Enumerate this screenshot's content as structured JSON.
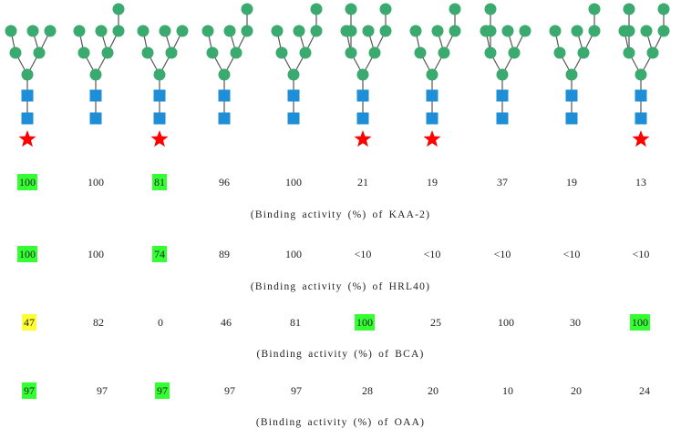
{
  "structures": [
    {
      "branches": [
        2,
        2
      ],
      "marked": true
    },
    {
      "branches": [
        2,
        3
      ],
      "marked": false
    },
    {
      "branches": [
        2,
        2
      ],
      "marked": true
    },
    {
      "branches": [
        2,
        3
      ],
      "marked": false
    },
    {
      "branches": [
        2,
        3
      ],
      "marked": false
    },
    {
      "branches": [
        3,
        3
      ],
      "marked": true
    },
    {
      "branches": [
        2,
        3
      ],
      "marked": true
    },
    {
      "branches": [
        3,
        2
      ],
      "marked": false
    },
    {
      "branches": [
        2,
        3
      ],
      "marked": false
    },
    {
      "branches": [
        3,
        3
      ],
      "marked": true
    }
  ],
  "colors": {
    "mannose": "#3aaa6e",
    "glcnac": "#1e8fd6",
    "star": "#ff0000",
    "link": "#555555",
    "highlight_green": "#33ff33",
    "highlight_yellow": "#ffff33"
  },
  "rows": [
    {
      "values": [
        "100",
        "100",
        "81",
        "96",
        "100",
        "21",
        "19",
        "37",
        "19",
        "13"
      ],
      "highlights": [
        "green",
        "",
        "green",
        "",
        "",
        "",
        "",
        "",
        "",
        ""
      ],
      "caption": "(Binding activity (%) of KAA-2)"
    },
    {
      "values": [
        "100",
        "100",
        "74",
        "89",
        "100",
        "<10",
        "<10",
        "<10",
        "<10",
        "<10"
      ],
      "highlights": [
        "green",
        "",
        "green",
        "",
        "",
        "",
        "",
        "",
        "",
        ""
      ],
      "caption": "(Binding activity (%) of HRL40)"
    },
    {
      "values": [
        "47",
        "82",
        "0",
        "46",
        "81",
        "100",
        "25",
        "100",
        "30",
        "100"
      ],
      "highlights": [
        "yellow",
        "",
        "",
        "",
        "",
        "green",
        "",
        "",
        "",
        "green"
      ],
      "caption": "(Binding activity (%) of BCA)"
    },
    {
      "values": [
        "97",
        "97",
        "97",
        "97",
        "97",
        "28",
        "20",
        "10",
        "20",
        "24"
      ],
      "highlights": [
        "green",
        "",
        "green",
        "",
        "",
        "",
        "",
        "",
        "",
        ""
      ],
      "caption": "(Binding activity (%) of OAA)"
    }
  ]
}
